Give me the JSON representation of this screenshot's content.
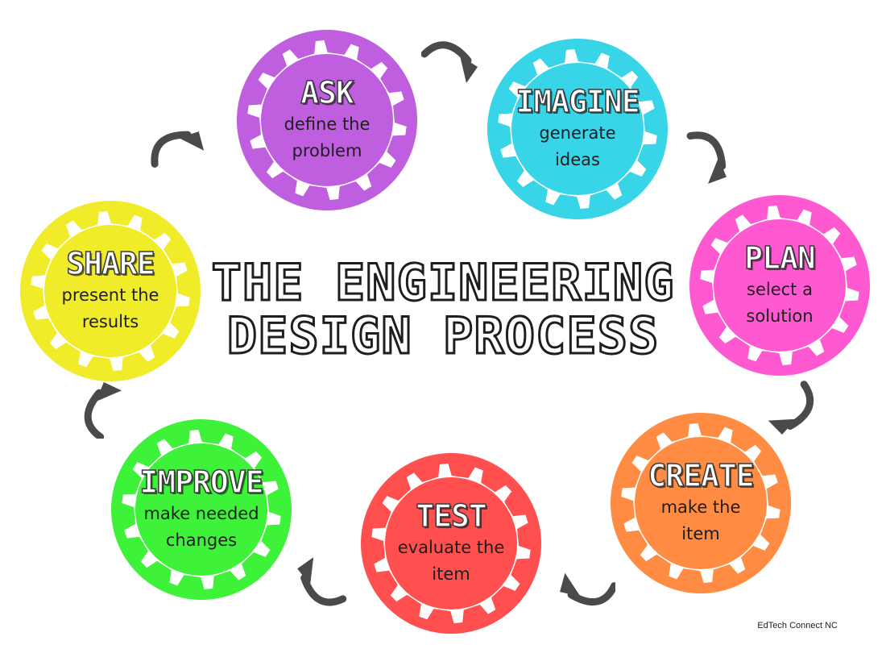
{
  "title": {
    "line1": "THE ENGINEERING",
    "line2": "DESIGN PROCESS"
  },
  "steps": [
    {
      "id": "ask",
      "heading": "ASK",
      "description": "define the problem",
      "color": "#c05ee0"
    },
    {
      "id": "imagine",
      "heading": "IMAGINE",
      "description": "generate ideas",
      "color": "#38d4e8"
    },
    {
      "id": "plan",
      "heading": "PLAN",
      "description": "select a solution",
      "color": "#ff59d2"
    },
    {
      "id": "create",
      "heading": "CREATE",
      "description": "make the item",
      "color": "#ff8c42"
    },
    {
      "id": "test",
      "heading": "TEST",
      "description": "evaluate the item",
      "color": "#ff4f4f"
    },
    {
      "id": "improve",
      "heading": "IMPROVE",
      "description": "make needed changes",
      "color": "#3ef23a"
    },
    {
      "id": "share",
      "heading": "SHARE",
      "description": "present the results",
      "color": "#f0ec2a"
    }
  ],
  "arrow_color": "#4a4a4a",
  "credit": "EdTech Connect NC"
}
